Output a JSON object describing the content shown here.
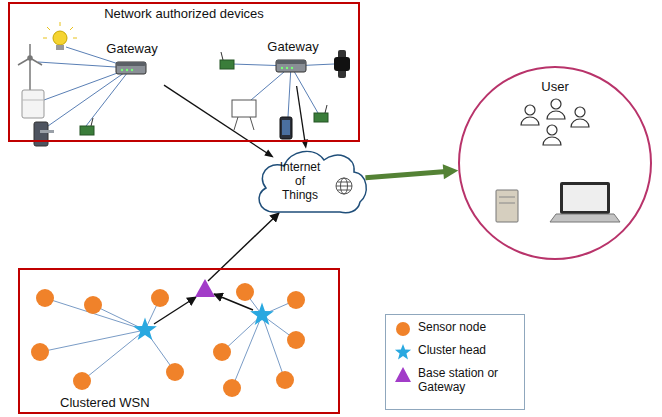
{
  "diagram": {
    "nodes": [
      {
        "text": [
          "Network authorized devices"
        ]
      },
      {
        "text": [
          "Gateway"
        ],
        "in": 0
      },
      {
        "text": [
          "Gateway"
        ],
        "in": 0
      },
      {
        "text": [
          "Internet of Things"
        ]
      },
      {
        "text": [
          "User"
        ]
      },
      {
        "text": [
          "Clustered WSN"
        ]
      }
    ],
    "edges": [
      {
        "from": 1,
        "to": 3,
        "arrow": "to"
      },
      {
        "from": 2,
        "to": 3,
        "arrow": "to"
      },
      {
        "from": 3,
        "to": 4,
        "arrow": "to"
      }
    ],
    "legend": [
      {
        "text": "Sensor node",
        "color": "#f0822a"
      },
      {
        "text": "Cluster head",
        "color": "#29a8e0"
      },
      {
        "text": "Base station or Gateway",
        "color": "#a23cc8"
      }
    ]
  }
}
